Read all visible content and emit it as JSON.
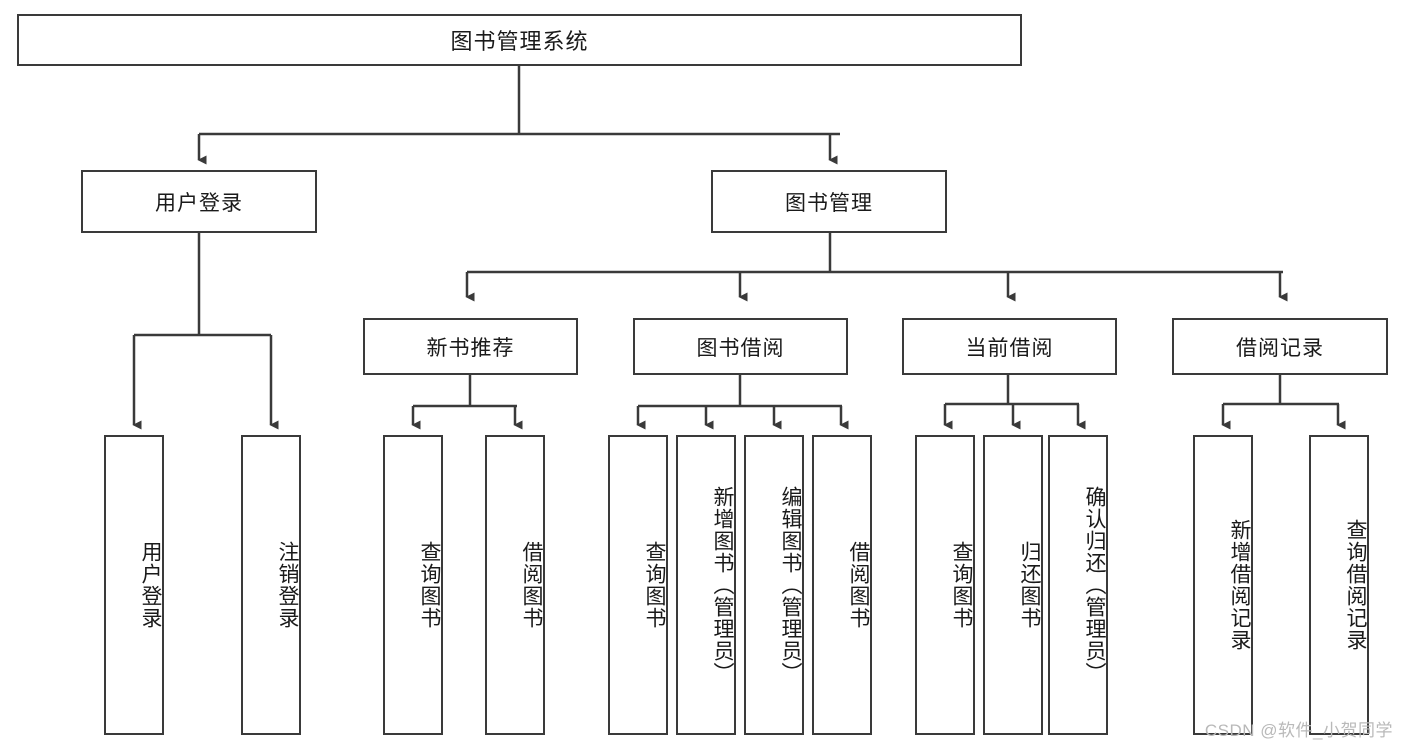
{
  "diagram": {
    "type": "tree-hierarchy",
    "title": "图书管理系统",
    "root": {
      "label": "图书管理系统"
    },
    "level2": [
      {
        "id": "user-login",
        "label": "用户登录"
      },
      {
        "id": "book-management",
        "label": "图书管理"
      }
    ],
    "level3": [
      {
        "id": "new-book-recommend",
        "label": "新书推荐",
        "parent": "book-management"
      },
      {
        "id": "book-borrow",
        "label": "图书借阅",
        "parent": "book-management"
      },
      {
        "id": "current-borrow",
        "label": "当前借阅",
        "parent": "book-management"
      },
      {
        "id": "borrow-record",
        "label": "借阅记录",
        "parent": "book-management"
      }
    ],
    "leaves": {
      "user-login": [
        {
          "id": "leaf-user-login",
          "label": "用户登录"
        },
        {
          "id": "leaf-user-logout",
          "label": "注销登录"
        }
      ],
      "new-book-recommend": [
        {
          "id": "leaf-query-book-1",
          "label": "查询图书"
        },
        {
          "id": "leaf-borrow-book-1",
          "label": "借阅图书"
        }
      ],
      "book-borrow": [
        {
          "id": "leaf-query-book-2",
          "label": "查询图书"
        },
        {
          "id": "leaf-add-book",
          "label": "新增图书（管理员）"
        },
        {
          "id": "leaf-edit-book",
          "label": "编辑图书（管理员）"
        },
        {
          "id": "leaf-borrow-book-2",
          "label": "借阅图书"
        }
      ],
      "current-borrow": [
        {
          "id": "leaf-query-book-3",
          "label": "查询图书"
        },
        {
          "id": "leaf-return-book",
          "label": "归还图书"
        },
        {
          "id": "leaf-confirm-return",
          "label": "确认归还（管理员）"
        }
      ],
      "borrow-record": [
        {
          "id": "leaf-add-record",
          "label": "新增借阅记录"
        },
        {
          "id": "leaf-query-record",
          "label": "查询借阅记录"
        }
      ]
    },
    "colors": {
      "stroke": "#3a3a3a",
      "fill": "#ffffff",
      "text": "#1a1a1a",
      "watermark": "#b9b9b9"
    }
  },
  "watermark": {
    "text": "CSDN @软件_小贺同学"
  }
}
